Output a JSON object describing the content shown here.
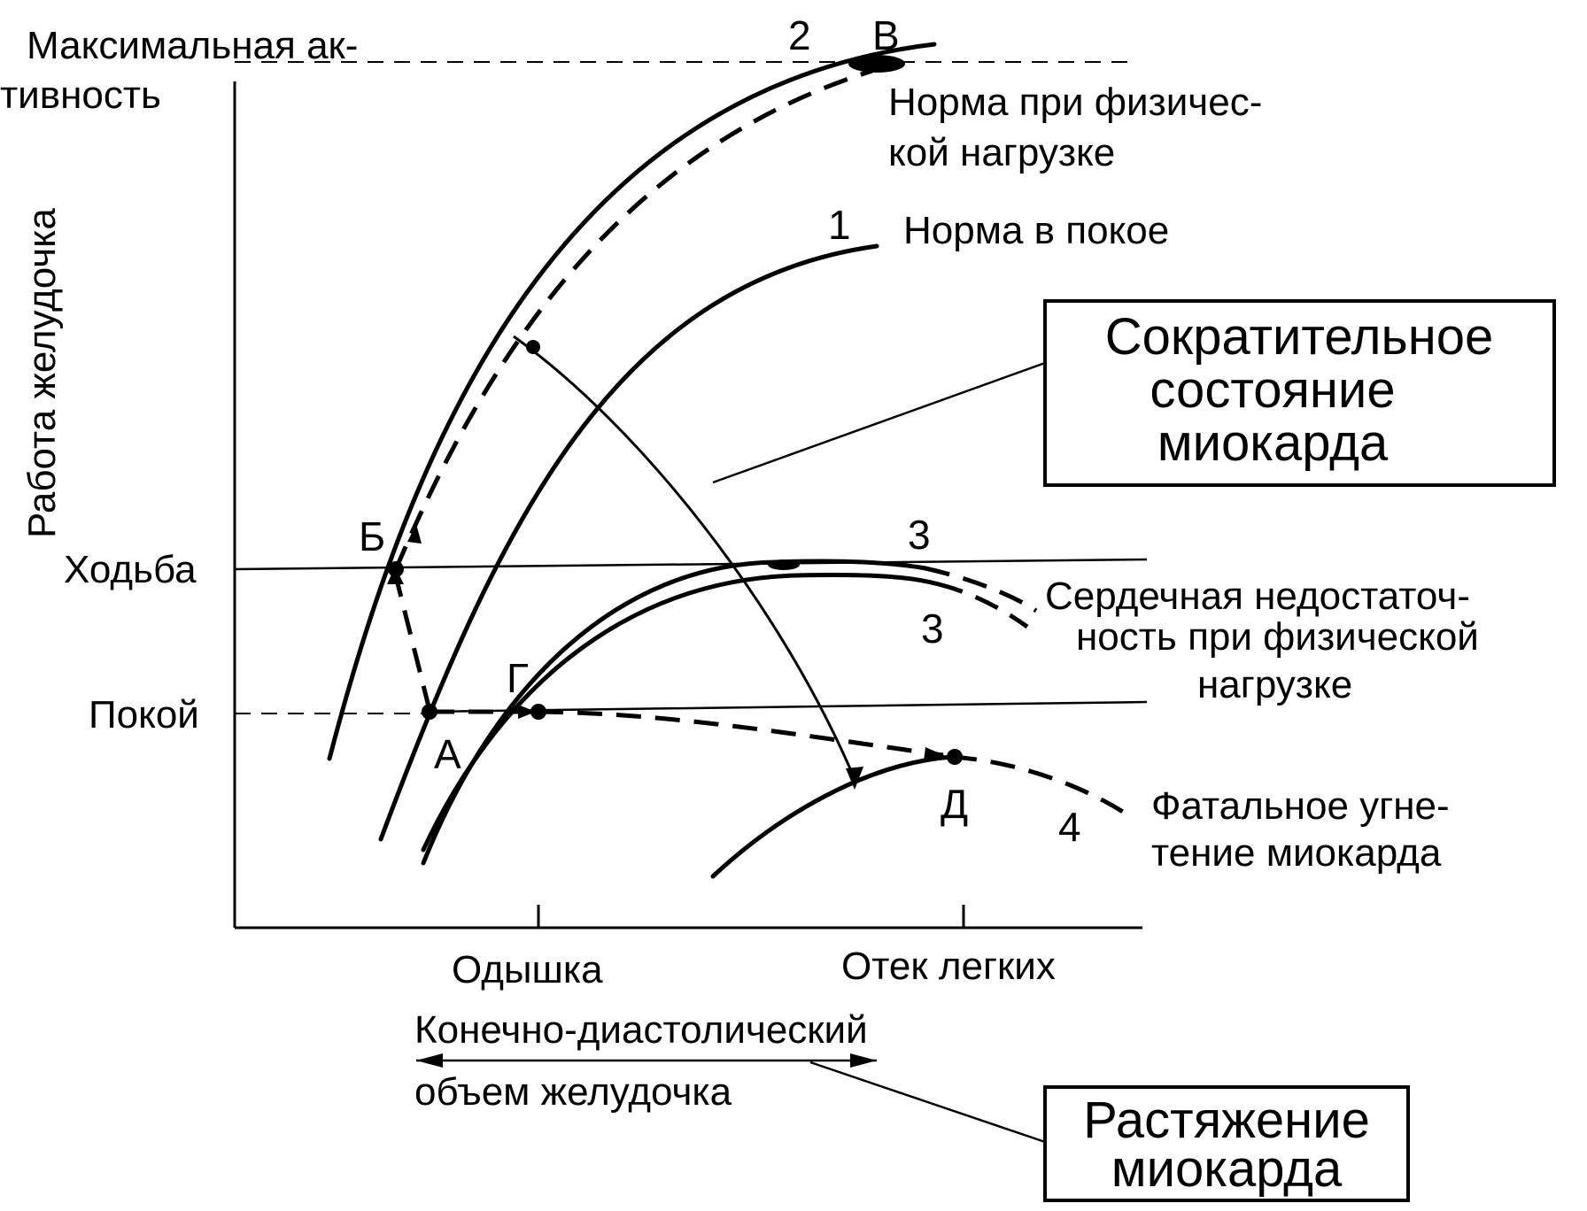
{
  "labels": {
    "max_activity_line1": "Максимальная ак-",
    "max_activity_line2": "тивность",
    "y_axis": "Работа желудочка",
    "walking": "Ходьба",
    "rest": "Покой",
    "x_tick_dyspnea": "Одышка",
    "x_tick_edema": "Отек легких",
    "x_axis_line1": "Конечно-диастолический",
    "x_axis_line2": "объем желудочка",
    "curve1_number": "1",
    "curve2_number": "2",
    "curve3_number_a": "3",
    "curve3_number_b": "3",
    "curve4_number": "4",
    "curve1_label": "Норма в покое",
    "curve2_label_line1": "Норма при физичес-",
    "curve2_label_line2": "кой нагрузке",
    "curve3_label_line1": "Сердечная недостаточ-",
    "curve3_label_line2": "ность при физической",
    "curve3_label_line3": "нагрузке",
    "curve4_label_line1": "Фатальное угне-",
    "curve4_label_line2": "тение миокарда",
    "point_A": "А",
    "point_B": "Б",
    "point_V": "В",
    "point_G": "Г",
    "point_D": "Д"
  },
  "boxes": {
    "contractility_line1": "Сократительное",
    "contractility_line2": "состояние",
    "contractility_line3": "миокарда",
    "stretch_line1": "Растяжение",
    "stretch_line2": "миокарда"
  }
}
